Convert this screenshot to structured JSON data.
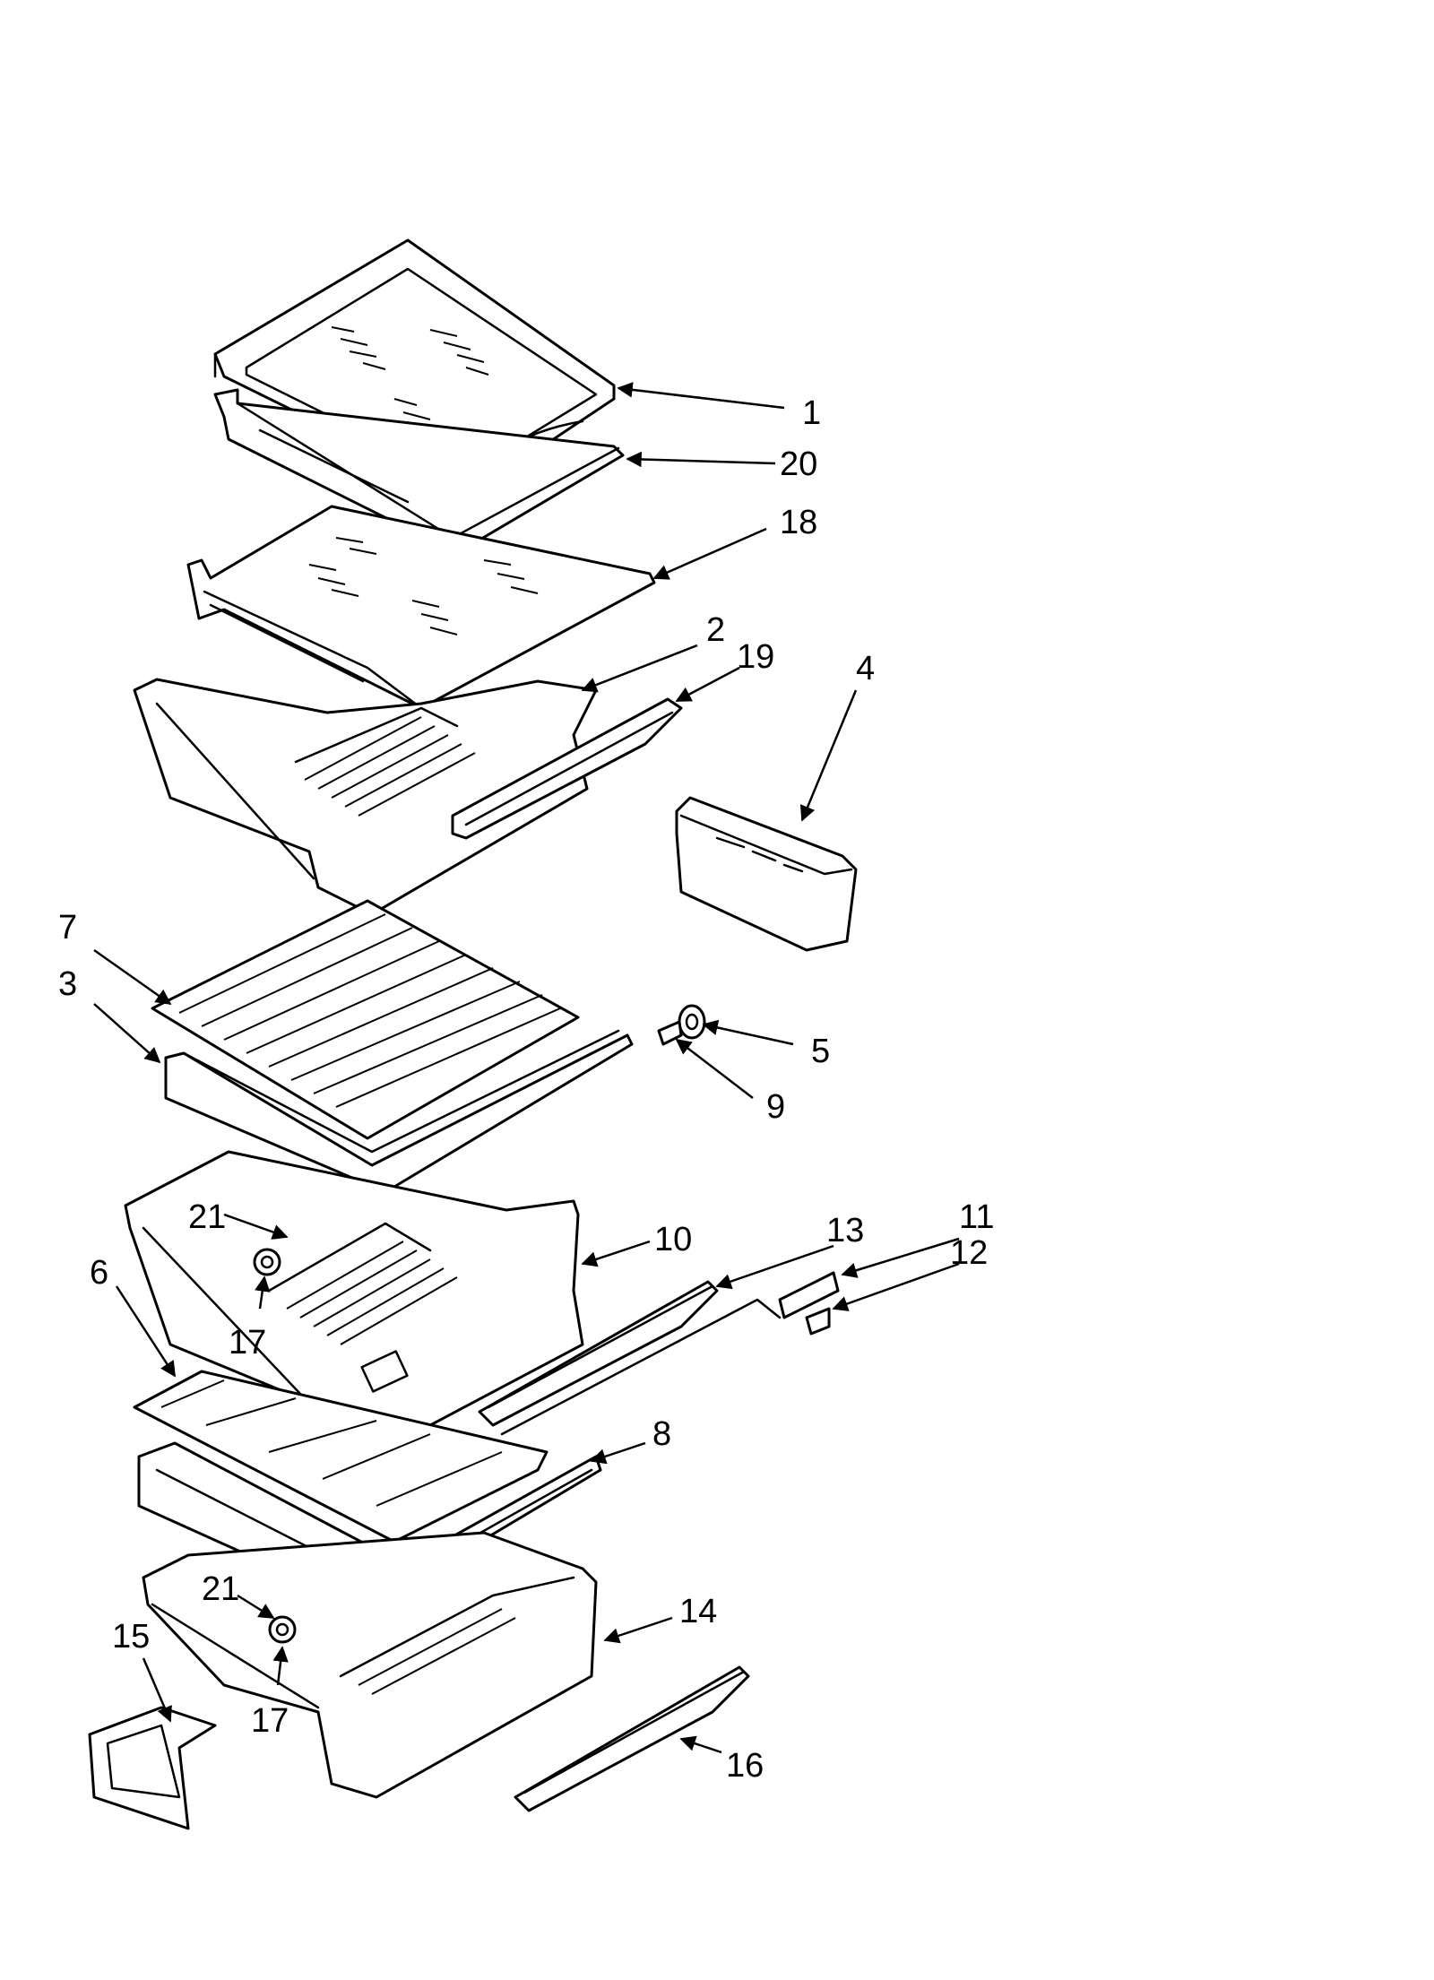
{
  "callouts": [
    {
      "id": "c1",
      "label": "1"
    },
    {
      "id": "c20",
      "label": "20"
    },
    {
      "id": "c18",
      "label": "18"
    },
    {
      "id": "c2",
      "label": "2"
    },
    {
      "id": "c19",
      "label": "19"
    },
    {
      "id": "c4",
      "label": "4"
    },
    {
      "id": "c7",
      "label": "7"
    },
    {
      "id": "c3",
      "label": "3"
    },
    {
      "id": "c5",
      "label": "5"
    },
    {
      "id": "c9",
      "label": "9"
    },
    {
      "id": "c21a",
      "label": "21"
    },
    {
      "id": "c10",
      "label": "10"
    },
    {
      "id": "c13",
      "label": "13"
    },
    {
      "id": "c11",
      "label": "11"
    },
    {
      "id": "c12",
      "label": "12"
    },
    {
      "id": "c6",
      "label": "6"
    },
    {
      "id": "c17a",
      "label": "17"
    },
    {
      "id": "c8",
      "label": "8"
    },
    {
      "id": "c21b",
      "label": "21"
    },
    {
      "id": "c14",
      "label": "14"
    },
    {
      "id": "c15",
      "label": "15"
    },
    {
      "id": "c17b",
      "label": "17"
    },
    {
      "id": "c16",
      "label": "16"
    }
  ]
}
